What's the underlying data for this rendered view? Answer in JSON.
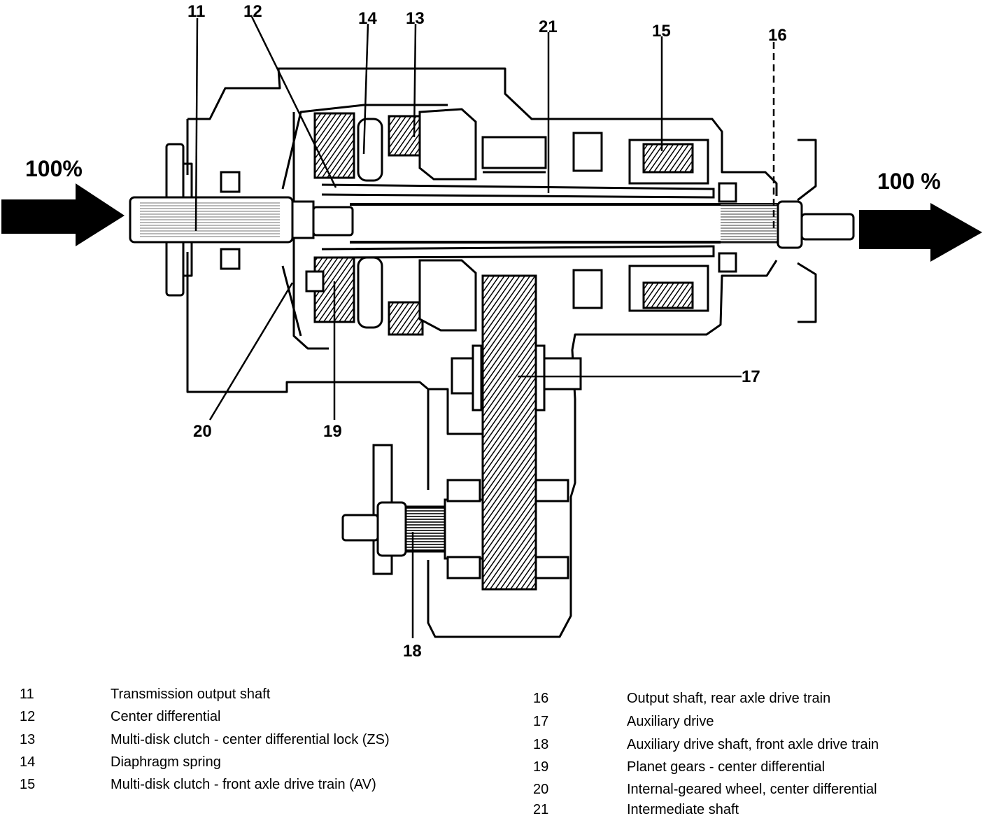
{
  "flow": {
    "input_percent": "100%",
    "output_percent": "100 %"
  },
  "callouts": {
    "c11": "11",
    "c12": "12",
    "c13": "13",
    "c14": "14",
    "c15": "15",
    "c16": "16",
    "c17": "17",
    "c18": "18",
    "c19": "19",
    "c20": "20",
    "c21": "21"
  },
  "legend": {
    "left": [
      {
        "num": "11",
        "desc": "Transmission output shaft"
      },
      {
        "num": "12",
        "desc": "Center differential"
      },
      {
        "num": "13",
        "desc": "Multi-disk clutch - center differential lock (ZS)"
      },
      {
        "num": "14",
        "desc": "Diaphragm spring"
      },
      {
        "num": "15",
        "desc": "Multi-disk clutch - front axle drive train (AV)"
      }
    ],
    "right": [
      {
        "num": "16",
        "desc": "Output shaft, rear axle drive train"
      },
      {
        "num": "17",
        "desc": "Auxiliary drive"
      },
      {
        "num": "18",
        "desc": "Auxiliary drive shaft, front axle drive train"
      },
      {
        "num": "19",
        "desc": "Planet gears - center differential"
      },
      {
        "num": "20",
        "desc": "Internal-geared wheel, center differential"
      },
      {
        "num": "21",
        "desc": "Intermediate shaft"
      }
    ]
  }
}
